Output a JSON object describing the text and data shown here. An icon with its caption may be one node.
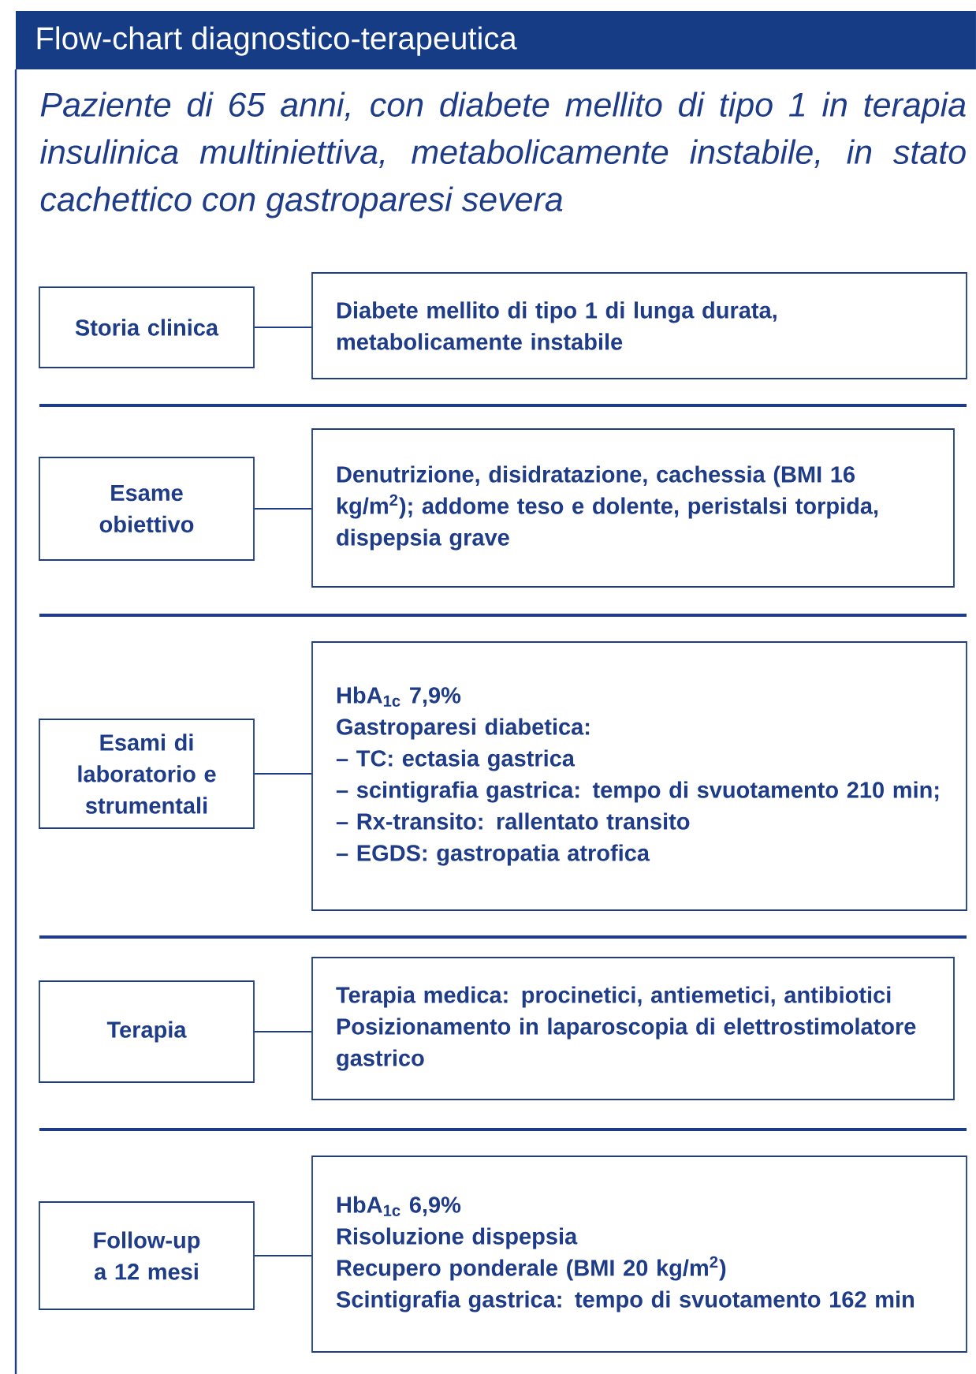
{
  "diagram": {
    "title": "Flow-chart diagnostico-terapeutica",
    "nodes": [
      {
        "text": [
          "Storia clinica"
        ]
      },
      {
        "text": [
          "Diabete mellito di tipo 1 di lunga durata, metabolicamente instabile"
        ]
      },
      {
        "text": [
          "Esame obiettivo"
        ]
      },
      {
        "text": [
          "Denutrizione, disidratazione, cachessia (BMI 16 kg/m$^{2}$); addome teso e dolente, peristalsi torpida, dispepsia grave"
        ]
      },
      {
        "text": [
          "Esami di laboratorio e strumentali"
        ]
      },
      {
        "text": [
          "HbA$_{1c}$ 7,9%",
          "Gastroparesi diabetica:",
          "– TC: ectasia gastrica",
          "– scintigrafia gastrica: tempo di svuotamento 210 min;",
          "– Rx-transito: rallentato transito",
          "– EGDS: gastropatia atrofica"
        ]
      },
      {
        "text": [
          "Terapia"
        ]
      },
      {
        "text": [
          "Terapia medica: procinetici, antiemetici, antibiotici",
          "Posizionamento in laparoscopia di elettrostimolatore gastrico"
        ]
      },
      {
        "text": [
          "Follow-up a 12 mesi"
        ]
      },
      {
        "text": [
          "HbA$_{1c}$ 6,9%",
          "Risoluzione dispepsia",
          "Recupero ponderale (BMI 20 kg/m$^{2}$)",
          "Scintigrafia gastrica: tempo di svuotamento 162 min"
        ]
      }
    ],
    "edges": [
      {
        "from": 0,
        "to": 1,
        "arrow": "none"
      },
      {
        "from": 2,
        "to": 3,
        "arrow": "none"
      },
      {
        "from": 4,
        "to": 5,
        "arrow": "none"
      },
      {
        "from": 6,
        "to": 7,
        "arrow": "none"
      },
      {
        "from": 8,
        "to": 9,
        "arrow": "none"
      }
    ],
    "labels": [
      "Paziente di 65 anni, con diabete mellito di tipo 1 in terapia insulinica multiniettiva, metabolicamente instabile, in stato cachettico con gastroparesi severa"
    ]
  }
}
